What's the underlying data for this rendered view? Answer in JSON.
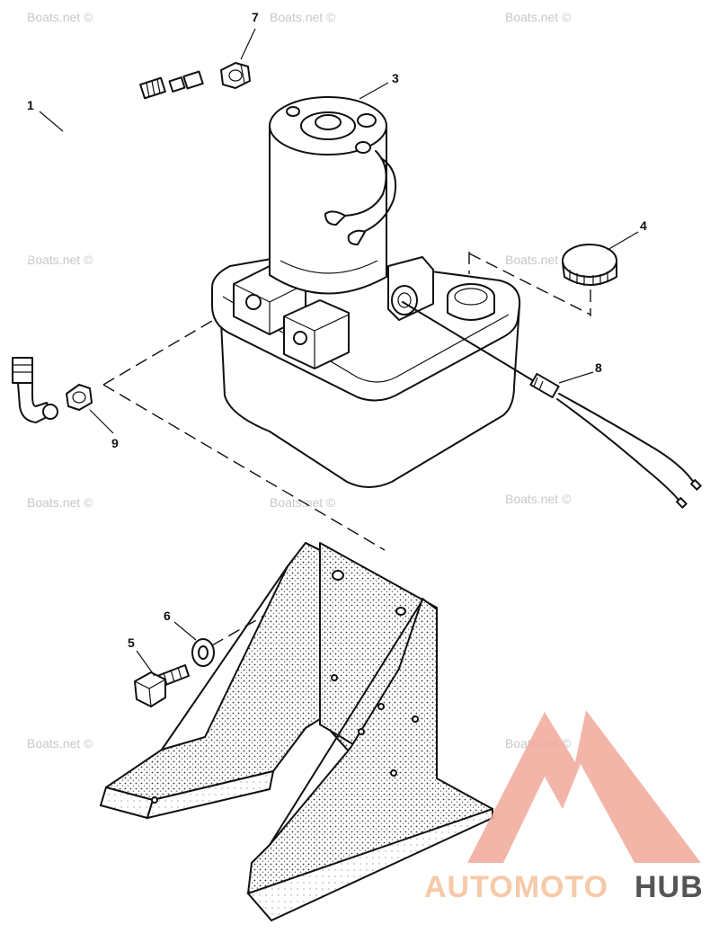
{
  "watermark_text": "Boats.net ©",
  "callouts": {
    "c1": "1",
    "c2": "",
    "c3": "3",
    "c4": "4",
    "c5": "5",
    "c6": "6",
    "c7": "7",
    "c8": "8",
    "c9": "9"
  },
  "brand": {
    "part1": "AUTOMOTO",
    "part2": "HUB",
    "color_main": "#f2a89a",
    "color_light": "#f6c9a8",
    "color_dark": "#555555"
  }
}
